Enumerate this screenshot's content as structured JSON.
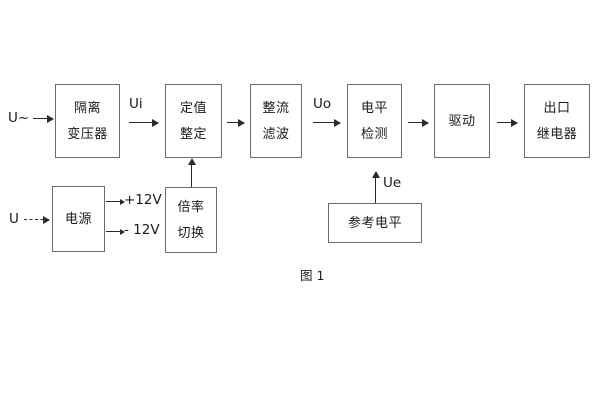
{
  "figure": {
    "caption": "图 1",
    "colors": {
      "box_border": "#6b6b6b",
      "line": "#2a2a2a",
      "text": "#1a1a1a",
      "background": "#ffffff"
    }
  },
  "signal_chain": {
    "input_label": "U~",
    "blocks": [
      {
        "id": "isolation-transformer",
        "line1": "隔离",
        "line2": "变压器"
      },
      {
        "id": "setting-value",
        "line1": "定值",
        "line2": "整定"
      },
      {
        "id": "rectify-filter",
        "line1": "整流",
        "line2": "滤波"
      },
      {
        "id": "level-detection",
        "line1": "电平",
        "line2": "检测"
      },
      {
        "id": "drive",
        "line1": "驱动",
        "line2": ""
      },
      {
        "id": "output-relay",
        "line1": "出口",
        "line2": "继电器"
      }
    ],
    "signal_labels": {
      "ui": "Ui",
      "uo": "Uo",
      "ue": "Ue"
    }
  },
  "power_section": {
    "input_label": "U",
    "supply_block": {
      "id": "power-supply",
      "line1": "电源",
      "line2": ""
    },
    "rails": [
      {
        "id": "rail-positive",
        "label": "+12V"
      },
      {
        "id": "rail-negative",
        "label": "- 12V"
      }
    ],
    "multiplier_block": {
      "id": "multiplier-switch",
      "line1": "倍率",
      "line2": "切换"
    }
  },
  "reference_section": {
    "block": {
      "id": "reference-level",
      "line1": "参考电平",
      "line2": ""
    }
  }
}
